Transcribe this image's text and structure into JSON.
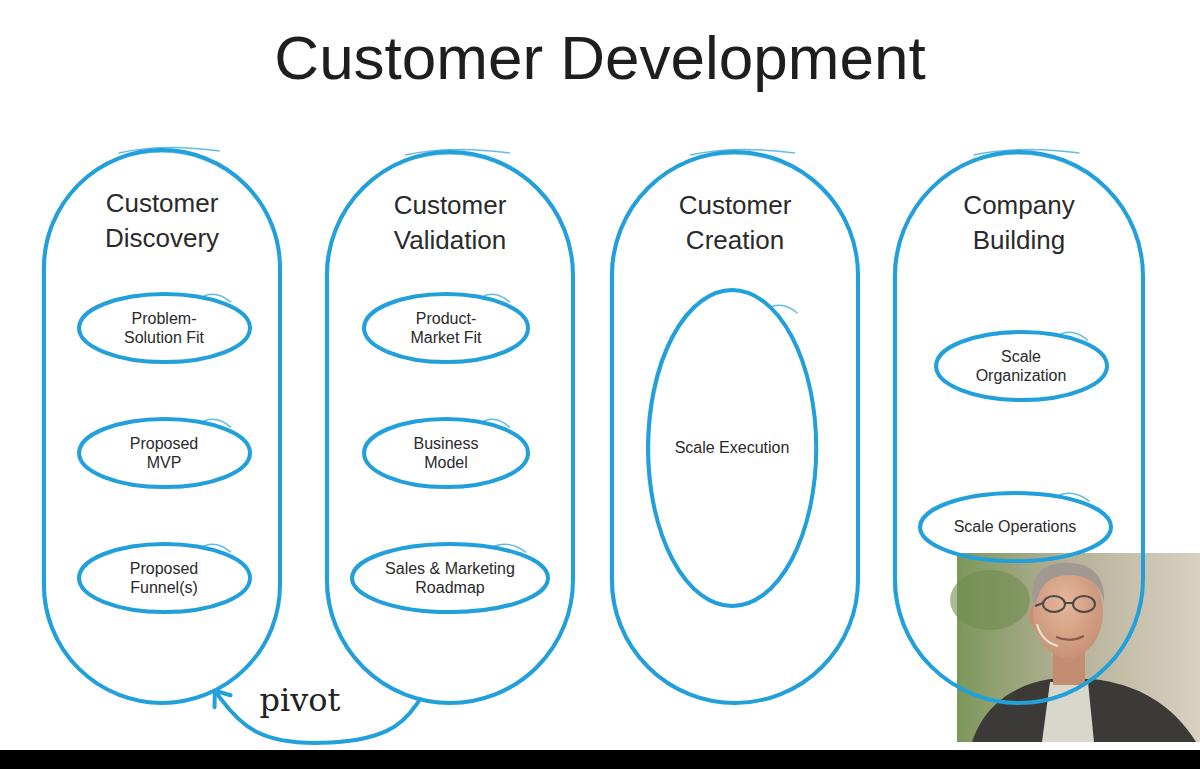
{
  "diagram": {
    "title": "Customer Development",
    "nodes": [
      {
        "text": [
          "Customer Discovery"
        ]
      },
      {
        "text": [
          "Problem-Solution Fit"
        ],
        "in": 0
      },
      {
        "text": [
          "Proposed MVP"
        ],
        "in": 0
      },
      {
        "text": [
          "Proposed Funnel(s)"
        ],
        "in": 0
      },
      {
        "text": [
          "Customer Validation"
        ]
      },
      {
        "text": [
          "Product-Market Fit"
        ],
        "in": 4
      },
      {
        "text": [
          "Business Model"
        ],
        "in": 4
      },
      {
        "text": [
          "Sales & Marketing Roadmap"
        ],
        "in": 4
      },
      {
        "text": [
          "Customer Creation"
        ]
      },
      {
        "text": [
          "Scale Execution"
        ],
        "in": 8
      },
      {
        "text": [
          "Company Building"
        ]
      },
      {
        "text": [
          "Scale Organization"
        ],
        "in": 10
      },
      {
        "text": [
          "Scale Operations"
        ],
        "in": 10
      }
    ],
    "edges": [
      {
        "from": 4,
        "to": 0,
        "arrow": "to",
        "label": "pivot"
      }
    ]
  }
}
